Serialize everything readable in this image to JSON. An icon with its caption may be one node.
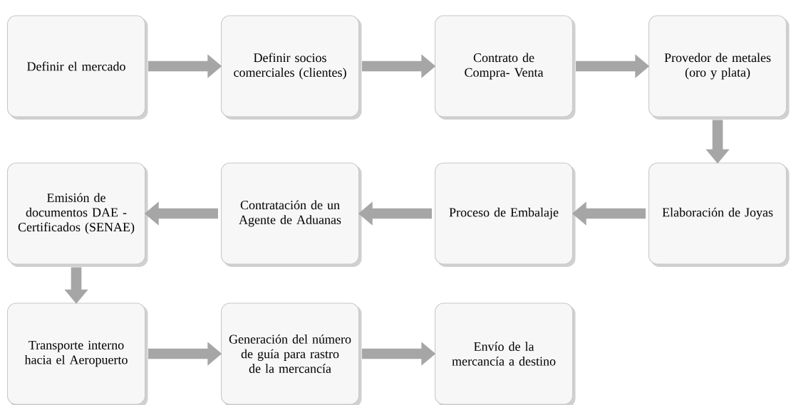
{
  "diagram": {
    "nodes": [
      {
        "text": [
          "Definir el mercado"
        ]
      },
      {
        "text": [
          "Definir socios comerciales (clientes)"
        ]
      },
      {
        "text": [
          "Contrato de Compra- Venta"
        ]
      },
      {
        "text": [
          "Provedor de metales (oro y plata)"
        ]
      },
      {
        "text": [
          "Emisión de documentos DAE - Certificados (SENAE)"
        ]
      },
      {
        "text": [
          "Contratación de un Agente de Aduanas"
        ]
      },
      {
        "text": [
          "Proceso de Embalaje"
        ]
      },
      {
        "text": [
          "Elaboración de Joyas"
        ]
      },
      {
        "text": [
          "Transporte interno hacia el Aeropuerto"
        ]
      },
      {
        "text": [
          "Generación del número de guía para rastro de la mercancía"
        ]
      },
      {
        "text": [
          "Envío de la mercancía a destino"
        ]
      }
    ],
    "edges": [
      {
        "from": 0,
        "to": 1,
        "arrow": "to"
      },
      {
        "from": 1,
        "to": 2,
        "arrow": "to"
      },
      {
        "from": 2,
        "to": 3,
        "arrow": "to"
      },
      {
        "from": 3,
        "to": 7,
        "arrow": "to"
      },
      {
        "from": 7,
        "to": 6,
        "arrow": "to"
      },
      {
        "from": 6,
        "to": 5,
        "arrow": "to"
      },
      {
        "from": 5,
        "to": 4,
        "arrow": "to"
      },
      {
        "from": 4,
        "to": 8,
        "arrow": "to"
      },
      {
        "from": 8,
        "to": 9,
        "arrow": "to"
      },
      {
        "from": 9,
        "to": 10,
        "arrow": "to"
      }
    ]
  }
}
